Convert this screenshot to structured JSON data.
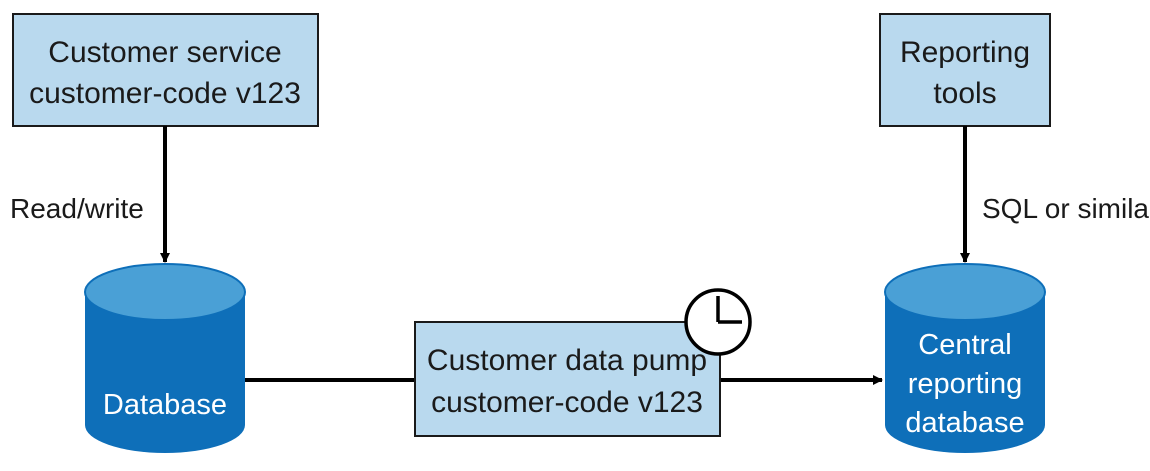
{
  "colors": {
    "box_fill": "#b9d9ee",
    "box_stroke": "#1a1a1a",
    "db_body": "#0e6fb9",
    "db_top": "#4aa0d6",
    "db_text": "#ffffff",
    "line": "#000000"
  },
  "nodes": {
    "customer_service": {
      "line1": "Customer service",
      "line2": "customer-code v123"
    },
    "reporting_tools": {
      "line1": "Reporting",
      "line2": "tools"
    },
    "database": {
      "label": "Database"
    },
    "data_pump": {
      "line1": "Customer data pump",
      "line2": "customer-code v123",
      "icon": "clock-icon"
    },
    "central_db": {
      "line1": "Central",
      "line2": "reporting",
      "line3": "database"
    }
  },
  "edges": {
    "read_write": {
      "label": "Read/write"
    },
    "sql": {
      "label": "SQL or similar"
    }
  }
}
